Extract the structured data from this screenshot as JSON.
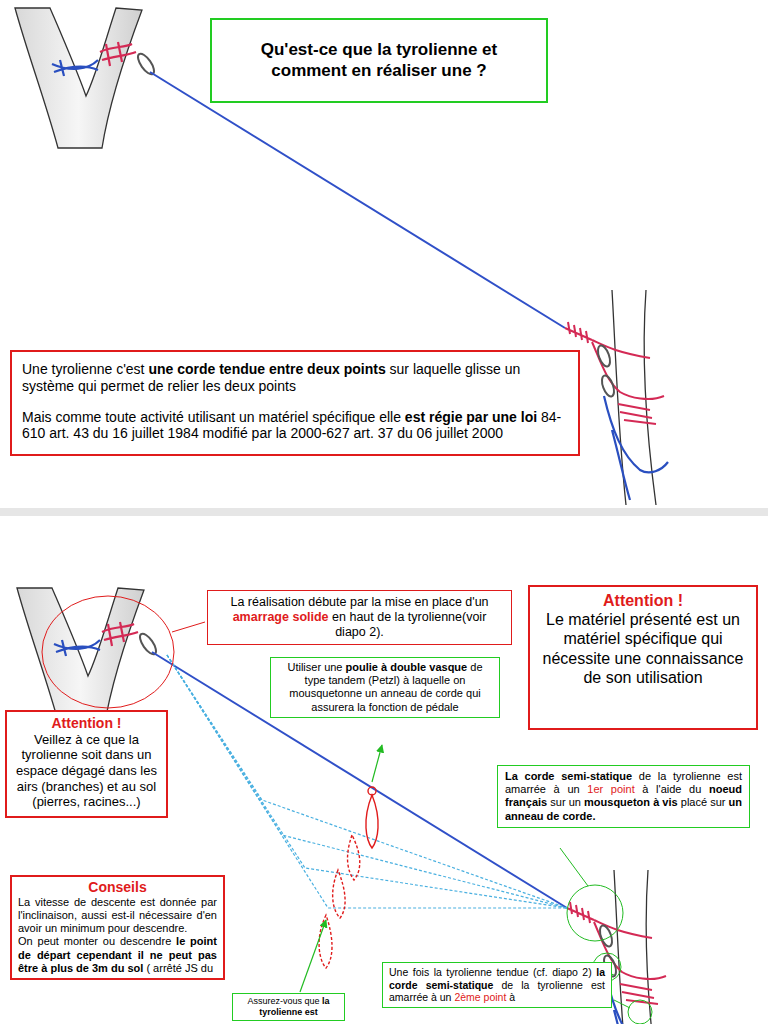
{
  "diagram": {
    "nodes": [
      {
        "text": [
          "Qu'est-ce que la tyrolienne et comment en réaliser une ?"
        ]
      },
      {
        "text": [
          "Une tyrolienne c'est une corde tendue entre deux points sur laquelle glisse un système qui permet de relier les deux points",
          "Mais comme toute activité utilisant un matériel spécifique elle est régie par une loi 84-610 art. 43 du 16 juillet 1984 modifié par la 2000-627 art. 37 du 06 juillet 2000"
        ]
      },
      {
        "text": [
          "La réalisation débute par la mise en place d'un amarrage solide en haut de la tyrolienne(voir diapo 2)."
        ]
      },
      {
        "text": [
          "Attention !",
          "Le matériel présenté est un matériel spécifique qui nécessite une connaissance de son utilisation"
        ]
      },
      {
        "text": [
          "Attention !",
          "Veillez à ce que la tyrolienne soit dans un espace dégagé dans les airs (branches) et au sol (pierres, racines...)"
        ]
      },
      {
        "text": [
          "Utiliser une poulie à double vasque de type tandem (Petzl) à laquelle on mousquetonne un anneau de corde qui assurera la fonction de pédale"
        ]
      },
      {
        "text": [
          "La corde semi-statique de la tyrolienne est amarrée à un 1er point à l'aide du noeud français sur un mousqueton à vis placé sur un anneau de corde."
        ]
      },
      {
        "text": [
          "Conseils",
          "La vitesse de descente est donnée par l'inclinaison, aussi est-il nécessaire d'en avoir un minimum pour descendre.",
          "On peut monter ou descendre le point de départ cependant il ne peut pas être à plus de 3m du sol ( arrêté JS du"
        ]
      },
      {
        "text": [
          "Assurez-vous que la tyrolienne est"
        ]
      },
      {
        "text": [
          "Une fois la tyrolienne tendue (cf. diapo 2) la corde semi-statique de la tyrolienne est amarrée à un 2ème point à"
        ]
      }
    ]
  }
}
